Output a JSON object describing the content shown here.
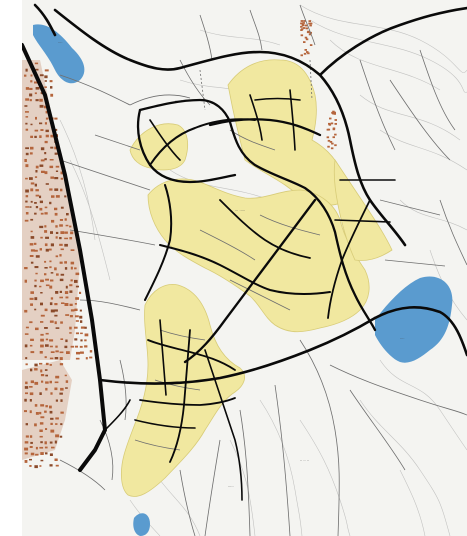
{
  "map": {
    "colors": {
      "background": "#f4f4f1",
      "contour": "#9a9a9a",
      "minor_road": "#6f6f6f",
      "major_road": "#0a0a0a",
      "zone_fill": "#f1e8a0",
      "zone_stroke": "#d8cc78",
      "water": "#5a9bcf",
      "building": "#b5653c",
      "building_dark": "#8a4a2a"
    },
    "features": {
      "highlighted_zones": 3,
      "lakes": 3,
      "major_roads": "black",
      "minor_roads": "grey",
      "contours": "light grey"
    }
  }
}
